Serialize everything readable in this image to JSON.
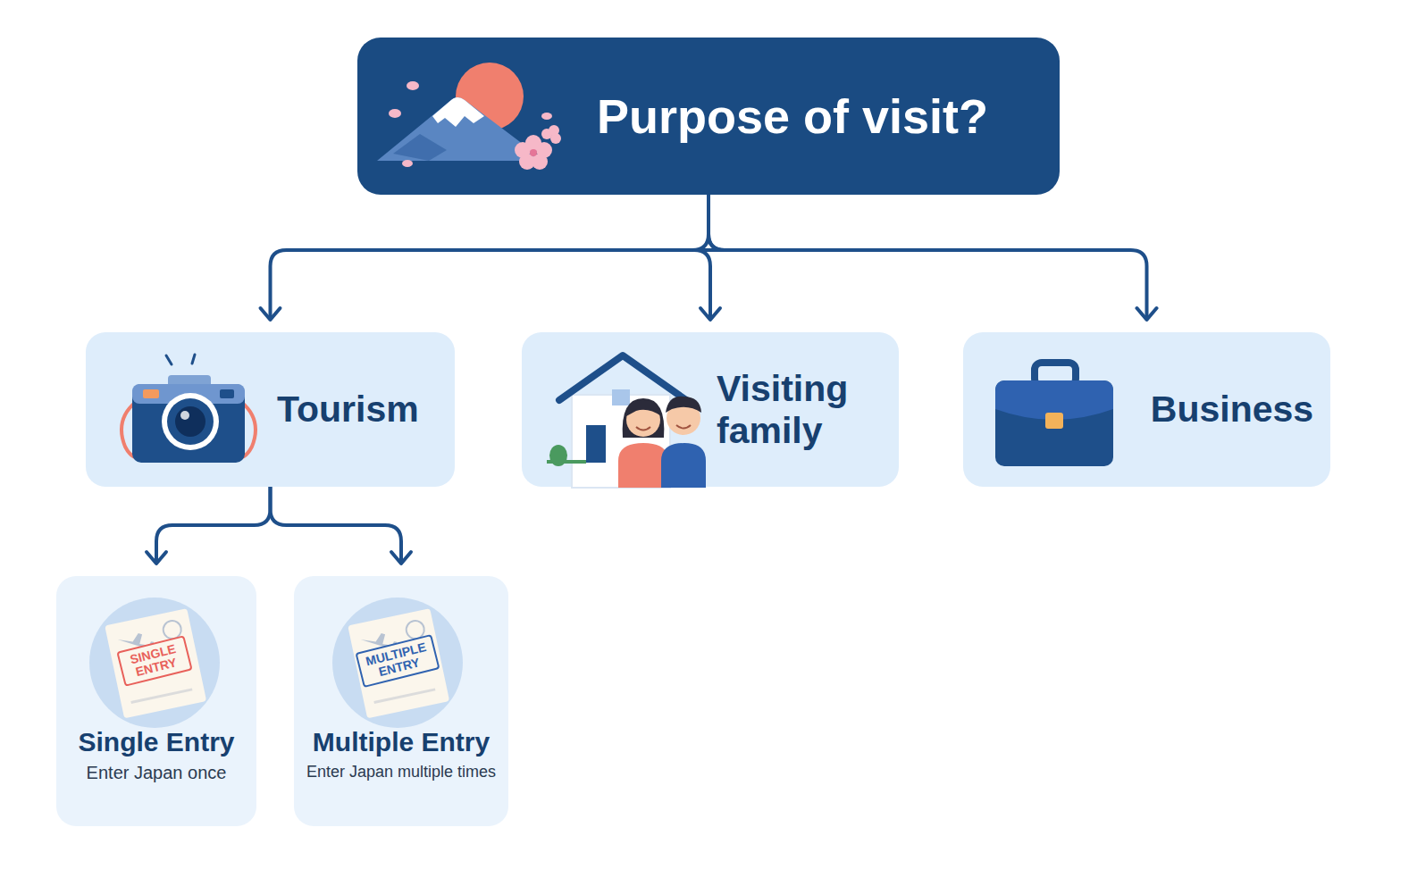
{
  "diagram": {
    "nodes": [
      {
        "text": [
          "Purpose of visit?"
        ]
      },
      {
        "text": [
          "Tourism"
        ]
      },
      {
        "text": [
          "Visiting family"
        ]
      },
      {
        "text": [
          "Business"
        ]
      },
      {
        "text": [
          "Single Entry",
          "Enter Japan once"
        ]
      },
      {
        "text": [
          "Multiple Entry",
          "Enter Japan multiple times"
        ]
      }
    ],
    "edges": [
      {
        "from": 0,
        "to": 1,
        "arrow": "to"
      },
      {
        "from": 0,
        "to": 2,
        "arrow": "to"
      },
      {
        "from": 0,
        "to": 3,
        "arrow": "to"
      },
      {
        "from": 1,
        "to": 4,
        "arrow": "to"
      },
      {
        "from": 1,
        "to": 5,
        "arrow": "to"
      }
    ],
    "labels": [
      "SINGLE ENTRY",
      "MULTIPLE ENTRY"
    ]
  }
}
